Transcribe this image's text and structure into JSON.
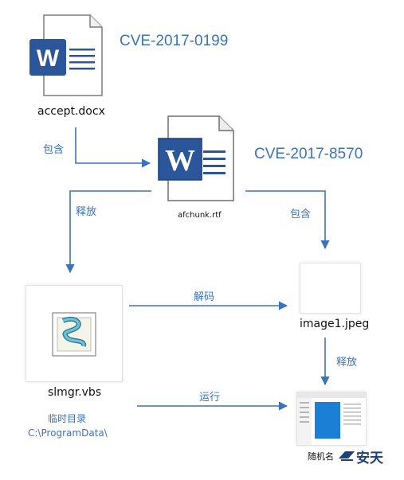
{
  "cve": {
    "top": "CVE-2017-0199",
    "mid": "CVE-2017-8570"
  },
  "files": {
    "accept": "accept.docx",
    "afchunk": "afchunk.rtf",
    "image": "image1.jpeg",
    "vbs": "slmgr.vbs"
  },
  "edges": {
    "contains1": "包含",
    "release1": "释放",
    "contains2": "包含",
    "decode": "解码",
    "release2": "释放",
    "run": "运行"
  },
  "vbs_location": {
    "label": "临时目录",
    "path": "C:\\ProgramData\\"
  },
  "watermark": {
    "brand": "随机名",
    "tag": "安天"
  },
  "colors": {
    "accent": "#3a72c0",
    "word": "#2b579a"
  }
}
